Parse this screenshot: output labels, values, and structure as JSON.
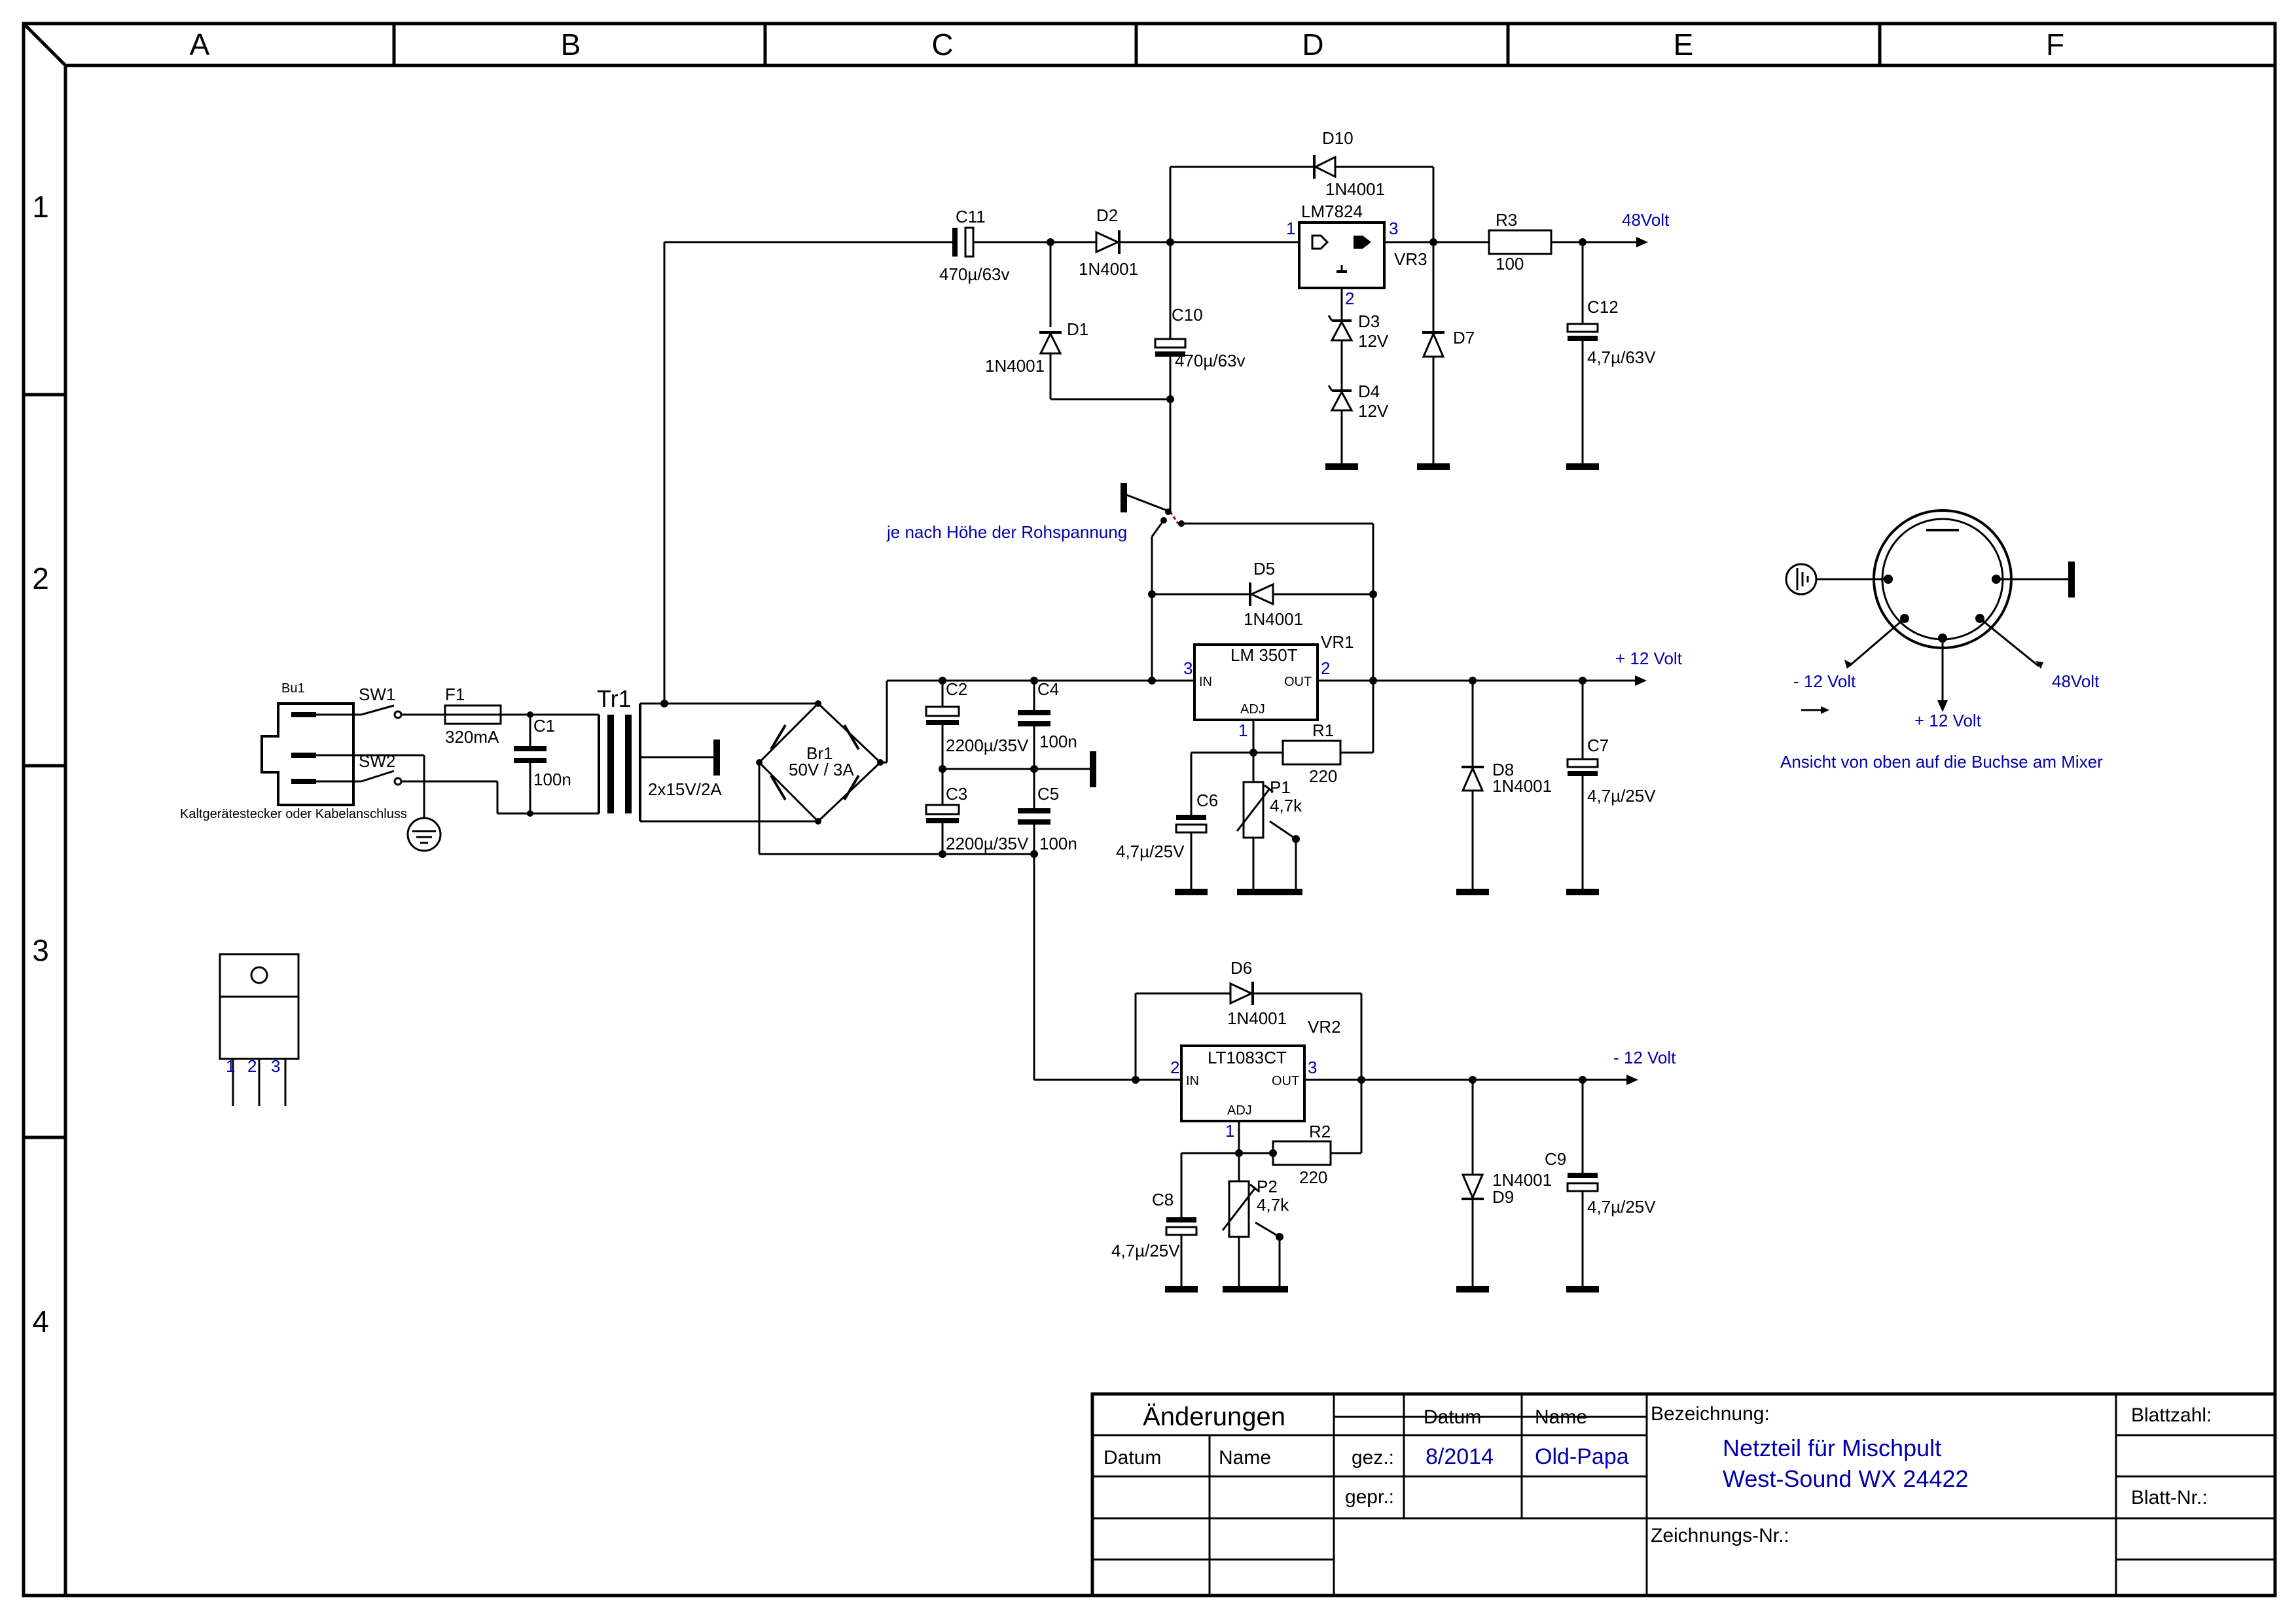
{
  "frame": {
    "columns": [
      "A",
      "B",
      "C",
      "D",
      "E",
      "F"
    ],
    "rows": [
      "1",
      "2",
      "3",
      "4"
    ]
  },
  "components": {
    "Bu1": "Bu1",
    "Bu1_desc": "Kaltgerätestecker oder Kabelanschluss",
    "SW1": "SW1",
    "SW2": "SW2",
    "F1": "F1",
    "F1_val": "320mA",
    "C1": "C1",
    "C1_val": "100n",
    "Tr1": "Tr1",
    "Tr1_val": "2x15V/2A",
    "Br1": "Br1",
    "Br1_val": "50V / 3A",
    "C2": "C2",
    "C2_val": "2200µ/35V",
    "C3": "C3",
    "C3_val": "2200µ/35V",
    "C4": "C4",
    "C4_val": "100n",
    "C5": "C5",
    "C5_val": "100n",
    "C11": "C11",
    "C11_val": "470µ/63v",
    "D1": "D1",
    "D1_val": "1N4001",
    "D2": "D2",
    "D2_val": "1N4001",
    "C10": "C10",
    "C10_val": "470µ/63v",
    "D10": "D10",
    "D10_val": "1N4001",
    "VR3_ic": "LM7824",
    "VR3": "VR3",
    "D3": "D3",
    "D3_val": "12V",
    "D4": "D4",
    "D4_val": "12V",
    "D7": "D7",
    "R3": "R3",
    "R3_val": "100",
    "C12": "C12",
    "C12_val": "4,7µ/63V",
    "out48": "48Volt",
    "jumper_note": "je nach Höhe der Rohspannung",
    "D5": "D5",
    "D5_val": "1N4001",
    "VR1_ic": "LM 350T",
    "VR1": "VR1",
    "R1": "R1",
    "R1_val": "220",
    "P1": "P1",
    "P1_val": "4,7k",
    "C6": "C6",
    "C6_val": "4,7µ/25V",
    "D8": "D8",
    "D8_val": "1N4001",
    "C7": "C7",
    "C7_val": "4,7µ/25V",
    "outp12": "+ 12 Volt",
    "D6": "D6",
    "D6_val": "1N4001",
    "VR2_ic": "LT1083CT",
    "VR2": "VR2",
    "R2": "R2",
    "R2_val": "220",
    "P2": "P2",
    "P2_val": "4,7k",
    "C8": "C8",
    "C8_val": "4,7µ/25V",
    "D9": "D9",
    "D9_val": "1N4001",
    "C9": "C9",
    "C9_val": "4,7µ/25V",
    "outm12": "- 12 Volt",
    "pin_in": "IN",
    "pin_out": "OUT",
    "pin_adj": "ADJ",
    "pin1": "1",
    "pin2": "2",
    "pin3": "3"
  },
  "connector": {
    "minus12": "- 12 Volt",
    "plus12": "+ 12 Volt",
    "v48": "48Volt",
    "caption": "Ansicht von oben auf die Buchse am Mixer"
  },
  "package": {
    "pins": [
      "1",
      "2",
      "3"
    ]
  },
  "title_block": {
    "changes": "Änderungen",
    "datum": "Datum",
    "name": "Name",
    "gez": "gez.:",
    "gepr": "gepr.:",
    "gez_datum": "8/2014",
    "gez_name": "Old-Papa",
    "bezeichnung": "Bezeichnung:",
    "title_line1": "Netzteil für Mischpult",
    "title_line2": "West-Sound WX 24422",
    "zeichnungs_nr": "Zeichnungs-Nr.:",
    "blattzahl": "Blattzahl:",
    "blatt_nr": "Blatt-Nr.:"
  }
}
